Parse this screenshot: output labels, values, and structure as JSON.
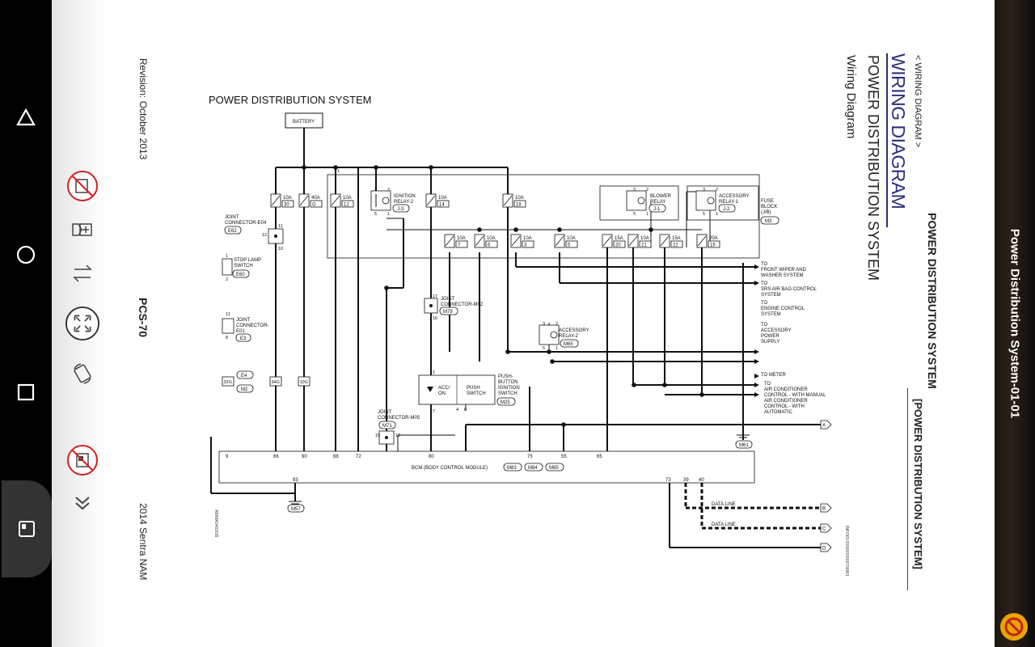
{
  "nav": {
    "back": "back-icon",
    "home": "home-icon",
    "recent": "recent-apps-icon"
  },
  "toolbar": {
    "tools": [
      "annotate-off-icon",
      "insert-page-icon",
      "swap-icon",
      "fullscreen-icon",
      "rotate-icon",
      "bookmark-off-icon",
      "chevron-down-icon"
    ],
    "page_button": "page-view-icon"
  },
  "document": {
    "breadcrumb": "< WIRING DIAGRAM >",
    "section_title": "WIRING DIAGRAM",
    "system_title": "POWER DISTRIBUTION SYSTEM",
    "sub_title": "Wiring Diagram",
    "header_right": "POWER DISTRIBUTION SYSTEM",
    "header_right_bracket": "[POWER DISTRIBUTION SYSTEM]",
    "revision": "Revision: October 2013",
    "page_code": "PCS-70",
    "model": "2014 Sentra NAM",
    "diagram_code": "ABIWA3402GB",
    "footer_code": "INFOID:0000000009706861"
  },
  "diagram": {
    "title": "POWER DISTRIBUTION SYSTEM",
    "battery": "BATTERY",
    "fuses_top": [
      {
        "amp": "10A",
        "no": "30"
      },
      {
        "amp": "40A",
        "no": "G"
      },
      {
        "amp": "10A",
        "no": "12"
      },
      {
        "amp": "10A",
        "no": "14"
      },
      {
        "amp": "10A",
        "no": "18"
      }
    ],
    "fuses_mid": [
      {
        "amp": "10A",
        "no": "7"
      },
      {
        "amp": "10A",
        "no": "6"
      },
      {
        "amp": "10A",
        "no": "3"
      },
      {
        "amp": "10A",
        "no": "5"
      },
      {
        "amp": "15A",
        "no": "20"
      },
      {
        "amp": "10A",
        "no": "21"
      },
      {
        "amp": "15A",
        "no": "22"
      },
      {
        "amp": "20A",
        "no": "15"
      }
    ],
    "relay_ign": {
      "l1": "IGNITION",
      "l2": "RELAY-2",
      "code": "J-3"
    },
    "relay_blower": {
      "l1": "BLOWER",
      "l2": "RELAY",
      "code": "J-1"
    },
    "relay_acc1": {
      "l1": "ACCESSORY",
      "l2": "RELAY-1",
      "code": "J-2"
    },
    "fuse_block": {
      "l1": "FUSE",
      "l2": "BLOCK",
      "l3": "(J/B)",
      "code": "M3"
    },
    "jc_e04": {
      "l1": "JOINT",
      "l2": "CONNECTOR-E04",
      "code": "E62"
    },
    "stop_lamp": {
      "l1": "STOP LAMP",
      "l2": "SWITCH",
      "code": "E60"
    },
    "jc_e01": {
      "l1": "JOINT",
      "l2": "CONNECTOR-",
      "l3": "E01",
      "code": "E3"
    },
    "jc_m02": {
      "l1": "JOINT",
      "l2": "CONNECTOR-M02",
      "code": "M78"
    },
    "acc_relay2": {
      "l1": "ACCESSORY",
      "l2": "RELAY-2",
      "code": "M65"
    },
    "push_switch": {
      "l1": "PUSH-",
      "l2": "BUTTON",
      "l3": "IGNITION",
      "l4": "SWITCH",
      "code": "M25",
      "acc": "ACC/",
      "on": "ON",
      "push": "PUSH",
      "sw": "SWITCH"
    },
    "jc_m05": {
      "l1": "JOINT",
      "l2": "CONNECTOR-M05",
      "code": "M71"
    },
    "e_codes": [
      "E4",
      "M2"
    ],
    "conn_labels": [
      "32G",
      "34G",
      "10G"
    ],
    "bcm": {
      "label": "BCM (BODY CONTROL MODULE)",
      "codes": [
        "M83",
        "M84",
        "M85"
      ]
    },
    "ground_codes": [
      "M57",
      "M61"
    ],
    "targets": [
      {
        "l1": "TO",
        "l2": "FRONT WIPER AND",
        "l3": "WASHER SYSTEM"
      },
      {
        "l1": "TO",
        "l2": "SRS AIR BAG CONTROL",
        "l3": "SYSTEM"
      },
      {
        "l1": "TO",
        "l2": "ENGINE CONTROL",
        "l3": "SYSTEM"
      },
      {
        "l1": "TO",
        "l2": "ACCESSORY",
        "l3": "POWER",
        "l4": "SUPPLY"
      },
      {
        "l1": "TO METER"
      },
      {
        "l1": "TO",
        "l2": "AIR CONDITIONER",
        "l3": "CONTROL - WITH MANUAL",
        "l4": "AIR CONDITIONER",
        "l5": "CONTROL - WITH",
        "l6": "AUTOMATIC"
      }
    ],
    "data_line": "DATA LINE",
    "pins": {
      "p1": "1",
      "p2": "2",
      "p3": "3",
      "p5": "5",
      "p8": "8",
      "p10": "10",
      "p11": "11",
      "p12": "12",
      "p15": "15",
      "p16": "16",
      "p17": "17",
      "p4": "4",
      "p7": "7",
      "bcm": [
        "9",
        "66",
        "90",
        "88",
        "72",
        "80",
        "75",
        "55",
        "65"
      ],
      "p93": "93",
      "p73": "73",
      "p39": "39",
      "p40": "40"
    },
    "arrows": [
      "A",
      "B",
      "C",
      "D"
    ]
  },
  "right_title": "Power Distribution System-01-01"
}
